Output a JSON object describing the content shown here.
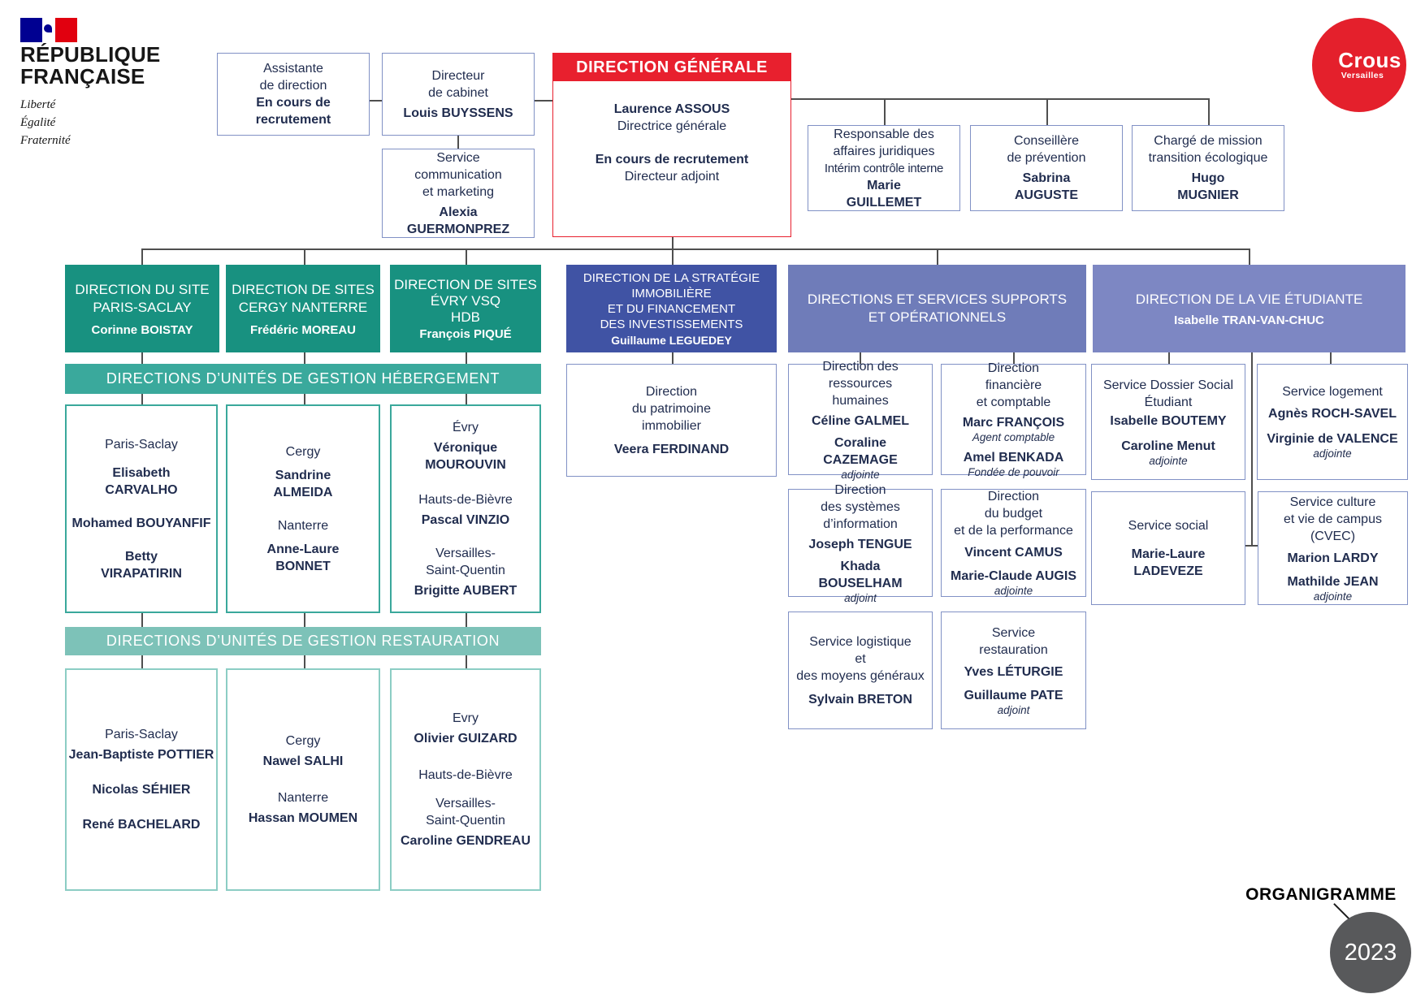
{
  "logo_rf": {
    "line1": "RÉPUBLIQUE",
    "line2": "FRANÇAISE",
    "motto": [
      "Liberté",
      "Égalité",
      "Fraternité"
    ]
  },
  "logo_crous": {
    "name": "Crous",
    "city": "Versailles"
  },
  "footer": {
    "title": "ORGANIGRAMME",
    "year": "2023"
  },
  "colors": {
    "red": "#e8202e",
    "green": "#189180",
    "teal_banner": "#3aa99c",
    "light_teal_banner": "#7dc2b8",
    "dark_blue": "#4053a4",
    "purple": "#6f7cb9",
    "light_purple": "#7d87c3",
    "box_border_blue": "#8191c5",
    "year_circle": "#58595b"
  },
  "banners": {
    "hebergement": "DIRECTIONS D’UNITÉS DE GESTION HÉBERGEMENT",
    "restauration": "DIRECTIONS D’UNITÉS DE GESTION RESTAURATION"
  },
  "boxes": {
    "assistante": [
      "Assistante",
      "de direction",
      "En cours de",
      "recrutement"
    ],
    "cabinet": [
      "Directeur",
      "de cabinet",
      "Louis BUYSSENS"
    ],
    "dg": {
      "band": "DIRECTION GÉNÉRALE",
      "lines": [
        "Laurence ASSOUS",
        "Directrice générale",
        "En cours de recrutement",
        "Directeur adjoint"
      ]
    },
    "communication": [
      "Service",
      "communication",
      "et marketing",
      "Alexia",
      "GUERMONPREZ"
    ],
    "juridique": [
      "Responsable des",
      "affaires juridiques",
      "Intérim contrôle interne",
      "Marie",
      "GUILLEMET"
    ],
    "prevention": [
      "Conseillère",
      "de prévention",
      "Sabrina",
      "AUGUSTE"
    ],
    "ecologique": [
      "Chargé de mission",
      "transition écologique",
      "Hugo",
      "MUGNIER"
    ],
    "site_saclay": {
      "title": [
        "DIRECTION DU SITE",
        "PARIS-SACLAY"
      ],
      "name": "Corinne BOISTAY"
    },
    "sites_cergy": {
      "title": [
        "DIRECTION DE SITES",
        "CERGY NANTERRE"
      ],
      "name": "Frédéric MOREAU"
    },
    "sites_evry": {
      "title": [
        "DIRECTION DE SITES",
        "ÉVRY VSQ",
        "HDB"
      ],
      "name": "François PIQUÉ"
    },
    "strategie": {
      "title": [
        "DIRECTION DE LA STRATÉGIE",
        "IMMOBILIÈRE",
        "ET DU FINANCEMENT",
        "DES INVESTISSEMENTS"
      ],
      "name": "Guillaume LEGUEDEY"
    },
    "supports": {
      "title": [
        "DIRECTIONS ET SERVICES SUPPORTS",
        "ET OPÉRATIONNELS"
      ]
    },
    "vie_etudiante": {
      "title": [
        "DIRECTION DE LA VIE ÉTUDIANTE"
      ],
      "name": "Isabelle TRAN-VAN-CHUC"
    },
    "heb_saclay": [
      "Paris-Saclay",
      "Elisabeth",
      "CARVALHO",
      "Mohamed BOUYANFIF",
      "Betty",
      "VIRAPATIRIN"
    ],
    "heb_cergy": [
      "Cergy",
      "Sandrine",
      "ALMEIDA",
      "Nanterre",
      "Anne-Laure",
      "BONNET"
    ],
    "heb_evry": [
      "Évry",
      "Véronique",
      "MOUROUVIN",
      "Hauts-de-Bièvre",
      "Pascal VINZIO",
      "Versailles-",
      "Saint-Quentin",
      "Brigitte AUBERT"
    ],
    "rest_saclay": [
      "Paris-Saclay",
      "Jean-Baptiste POTTIER",
      "Nicolas SÉHIER",
      "René BACHELARD"
    ],
    "rest_cergy": [
      "Cergy",
      "Nawel SALHI",
      "Nanterre",
      "Hassan MOUMEN"
    ],
    "rest_evry": [
      "Evry",
      "Olivier GUIZARD",
      "Hauts-de-Bièvre",
      "Versailles-",
      "Saint-Quentin",
      "Caroline GENDREAU"
    ],
    "patrimoine": [
      "Direction",
      "du patrimoine",
      "immobilier",
      "Veera FERDINAND"
    ],
    "rh": [
      "Direction des",
      "ressources",
      "humaines",
      "Céline GALMEL",
      "Coraline",
      "CAZEMAGE",
      "adjointe"
    ],
    "finance": [
      "Direction",
      "financière",
      "et comptable",
      "Marc FRANÇOIS",
      "Agent comptable",
      "Amel BENKADA",
      "Fondée de pouvoir"
    ],
    "si": [
      "Direction",
      "des systèmes",
      "d’information",
      "Joseph TENGUE",
      "Khada",
      "BOUSELHAM",
      "adjoint"
    ],
    "budget": [
      "Direction",
      "du budget",
      "et de la performance",
      "Vincent CAMUS",
      "Marie-Claude AUGIS",
      "adjointe"
    ],
    "logistique": [
      "Service logistique",
      "et",
      "des moyens généraux",
      "Sylvain BRETON"
    ],
    "restauration_svc": [
      "Service",
      "restauration",
      "Yves LÉTURGIE",
      "Guillaume PATE",
      "adjoint"
    ],
    "dse": [
      "Service Dossier Social",
      "Étudiant",
      "Isabelle BOUTEMY",
      "Caroline Menut",
      "adjointe"
    ],
    "logement": [
      "Service logement",
      "Agnès ROCH-SAVEL",
      "Virginie de VALENCE",
      "adjointe"
    ],
    "social": [
      "Service social",
      "Marie-Laure",
      "LADEVEZE"
    ],
    "culture": [
      "Service culture",
      "et vie de campus",
      "(CVEC)",
      "Marion LARDY",
      "Mathilde JEAN",
      "adjointe"
    ]
  }
}
